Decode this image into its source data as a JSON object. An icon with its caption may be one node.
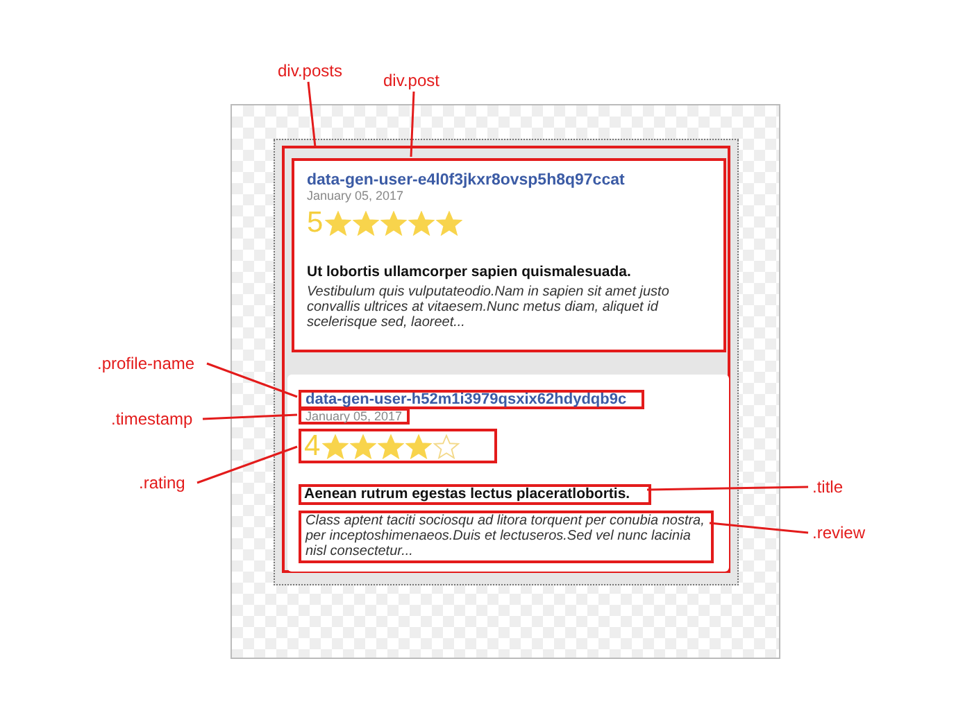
{
  "diagram": {
    "nodes": [
      {
        "text": [
          "div.posts"
        ]
      },
      {
        "text": [
          "div.post"
        ]
      },
      {
        "text": [],
        "shape": "box"
      },
      {
        "text": [
          "data-gen-user-e4l0f3jkxr8ovsp5h8q97ccat",
          "January 05, 2017",
          "5",
          "Ut lobortis ullamcorper sapien quismalesuada.",
          "Vestibulum quis vulputateodio.Nam in sapien sit amet justo convallis ultrices at vitaesem.Nunc metus diam, aliquet id scelerisque sed, laoreet..."
        ],
        "in": 2
      },
      {
        "text": [],
        "shape": "box",
        "in": 2
      },
      {
        "text": [
          ".profile-name"
        ]
      },
      {
        "text": [
          "data-gen-user-h52m1i3979qsxix62hdydqb9c"
        ],
        "in": 4
      },
      {
        "text": [
          ".timestamp"
        ]
      },
      {
        "text": [
          "January 05, 2017"
        ],
        "in": 4
      },
      {
        "text": [
          ".rating"
        ]
      },
      {
        "text": [
          "4"
        ],
        "in": 4
      },
      {
        "text": [
          "Aenean rutrum egestas lectus placeratlobortis."
        ],
        "in": 4
      },
      {
        "text": [
          ".title"
        ]
      },
      {
        "text": [
          "Class aptent taciti sociosqu ad litora torquent per conubia nostra, per inceptoshimenaeos.Duis et lectuseros.Sed vel nunc lacinia nisl consectetur..."
        ],
        "in": 4
      },
      {
        "text": [
          ".review"
        ]
      }
    ],
    "edges": [
      {
        "from": 0,
        "to": 2,
        "arrow": "none"
      },
      {
        "from": 1,
        "to": 3,
        "arrow": "none"
      },
      {
        "from": 5,
        "to": 6,
        "arrow": "none"
      },
      {
        "from": 7,
        "to": 8,
        "arrow": "none"
      },
      {
        "from": 9,
        "to": 10,
        "arrow": "none"
      },
      {
        "from": 12,
        "to": 11,
        "arrow": "none"
      },
      {
        "from": 14,
        "to": 13,
        "arrow": "none"
      }
    ]
  }
}
